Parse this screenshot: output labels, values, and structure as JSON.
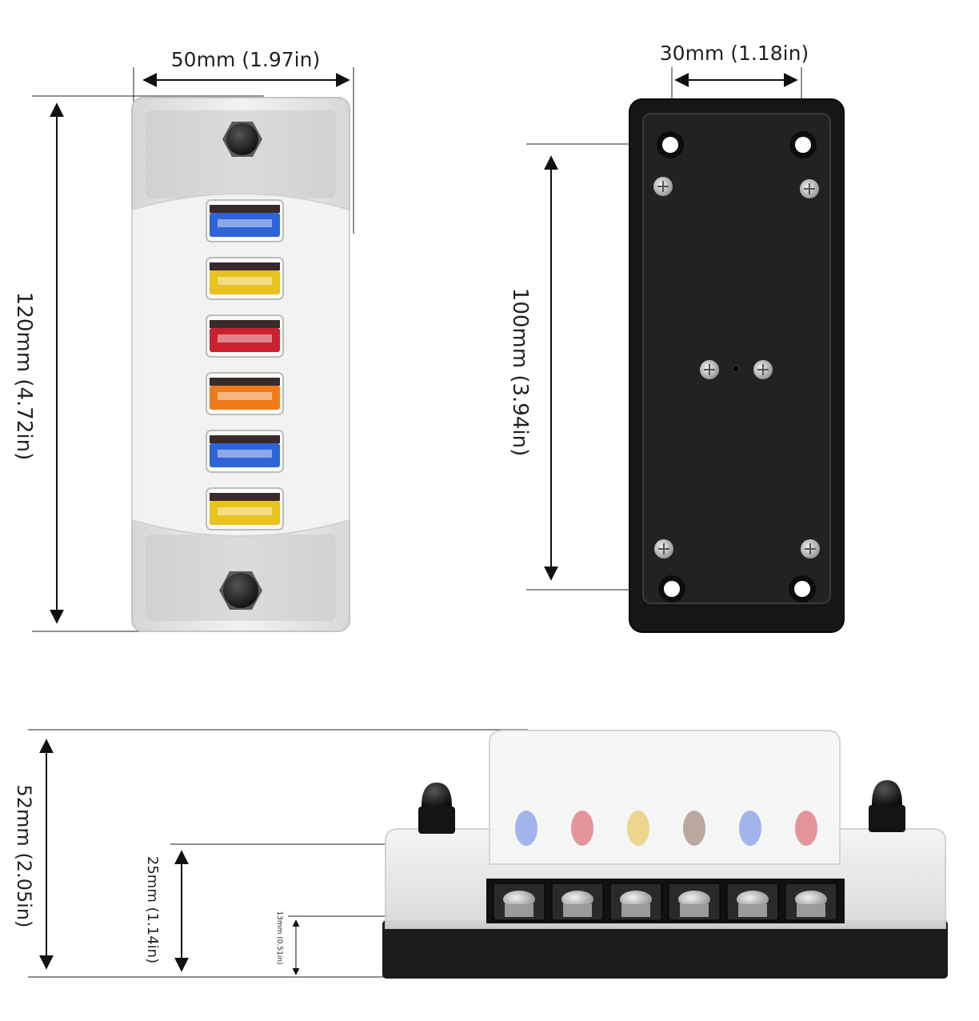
{
  "dimensions": {
    "top_width": "50mm (1.97in)",
    "top_height": "120mm (4.72in)",
    "bottom_hole_spacing": "30mm (1.18in)",
    "bottom_hole_length": "100mm (3.94in)",
    "side_total_height": "52mm (2.05in)",
    "side_base_height": "25mm (1.14in)",
    "side_terminal_height": "13mm (0.51in)"
  },
  "fuses": [
    {
      "color": "#2f63d8"
    },
    {
      "color": "#e8c21e"
    },
    {
      "color": "#c9222e"
    },
    {
      "color": "#f07a1a"
    },
    {
      "color": "#2f63d8"
    },
    {
      "color": "#e8c21e"
    }
  ],
  "side_fuse_glimpses": [
    {
      "color": "#5b7fe0"
    },
    {
      "color": "#d64550"
    },
    {
      "color": "#e3b93a"
    },
    {
      "color": "#8a6a5a"
    },
    {
      "color": "#5b7fe0"
    },
    {
      "color": "#d64550"
    }
  ],
  "colors": {
    "cover": "#ececec",
    "base_black": "#1c1c1c",
    "base_plate": "#242424"
  }
}
